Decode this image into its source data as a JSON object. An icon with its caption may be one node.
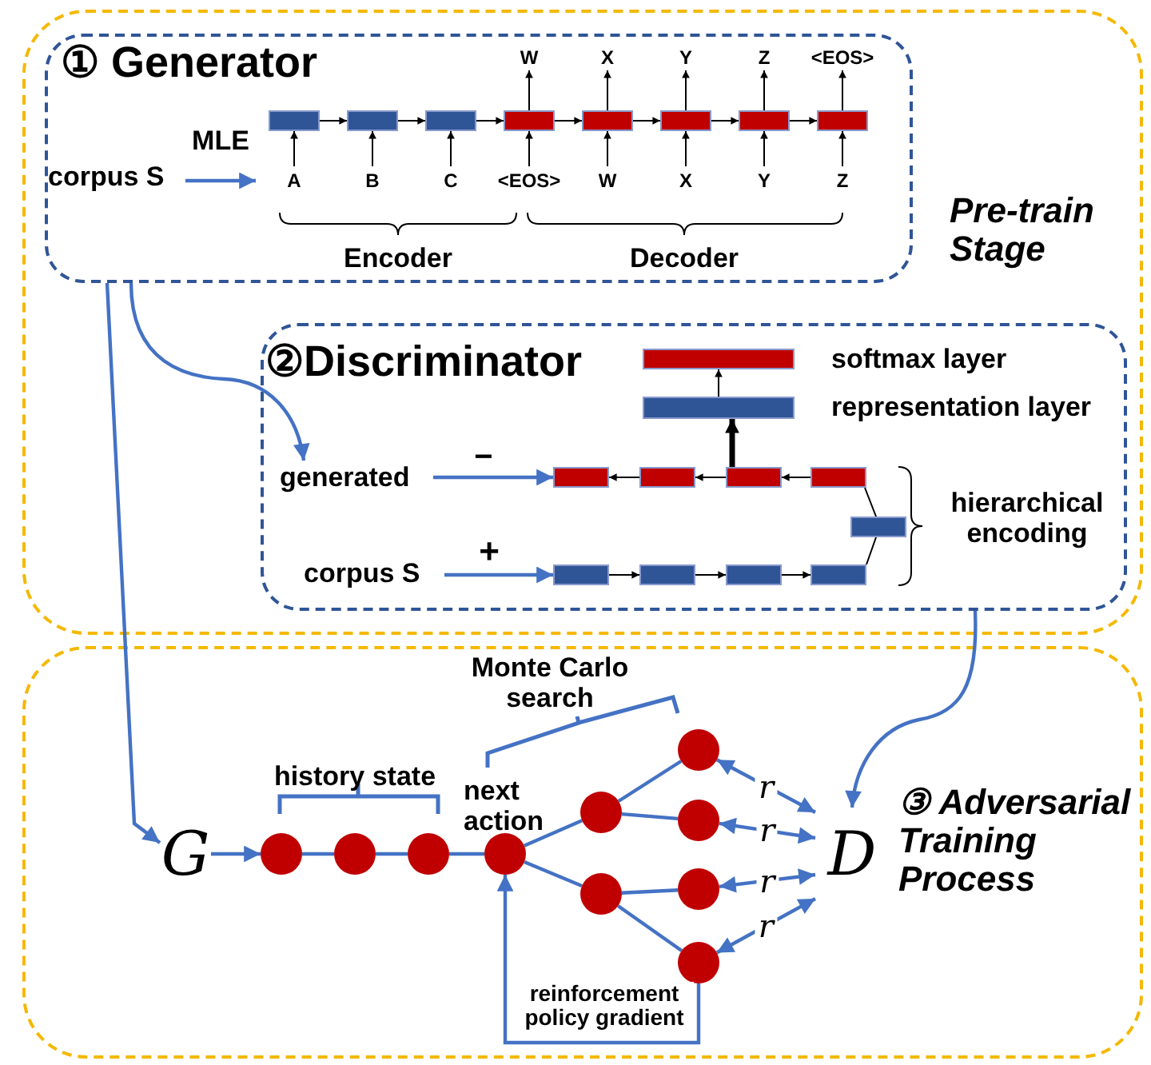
{
  "diagram": {
    "nodes": [
      {
        "text": [
          "Pre-train Stage"
        ]
      },
      {
        "text": [
          "① Generator"
        ],
        "in": 0
      },
      {
        "text": [
          "corpus S"
        ],
        "in": 1
      },
      {
        "text": [],
        "shape": "bar",
        "in": 1
      },
      {
        "text": [],
        "shape": "bar",
        "in": 1
      },
      {
        "text": [],
        "shape": "bar",
        "in": 1
      },
      {
        "text": [],
        "shape": "bar",
        "in": 1
      },
      {
        "text": [],
        "shape": "bar",
        "in": 1
      },
      {
        "text": [],
        "shape": "bar",
        "in": 1
      },
      {
        "text": [],
        "shape": "bar",
        "in": 1
      },
      {
        "text": [],
        "shape": "bar",
        "in": 1
      },
      {
        "text": [
          "A"
        ],
        "in": 1
      },
      {
        "text": [
          "B"
        ],
        "in": 1
      },
      {
        "text": [
          "C"
        ],
        "in": 1
      },
      {
        "text": [
          "<EOS>"
        ],
        "in": 1
      },
      {
        "text": [
          "W"
        ],
        "in": 1
      },
      {
        "text": [
          "X"
        ],
        "in": 1
      },
      {
        "text": [
          "Y"
        ],
        "in": 1
      },
      {
        "text": [
          "Z"
        ],
        "in": 1
      },
      {
        "text": [
          "W"
        ],
        "in": 1
      },
      {
        "text": [
          "X"
        ],
        "in": 1
      },
      {
        "text": [
          "Y"
        ],
        "in": 1
      },
      {
        "text": [
          "Z"
        ],
        "in": 1
      },
      {
        "text": [
          "<EOS>"
        ],
        "in": 1
      },
      {
        "text": [
          "②Discriminator"
        ],
        "in": 0
      },
      {
        "text": [],
        "shape": "bar",
        "in": 24,
        "beside": [
          "softmax layer"
        ]
      },
      {
        "text": [],
        "shape": "bar",
        "in": 24,
        "beside": [
          "representation layer"
        ]
      },
      {
        "text": [
          "generated"
        ],
        "in": 24
      },
      {
        "text": [],
        "shape": "bar",
        "in": 24
      },
      {
        "text": [],
        "shape": "bar",
        "in": 24
      },
      {
        "text": [],
        "shape": "bar",
        "in": 24
      },
      {
        "text": [],
        "shape": "bar",
        "in": 24
      },
      {
        "text": [],
        "shape": "bar",
        "in": 24
      },
      {
        "text": [
          "corpus S"
        ],
        "in": 24
      },
      {
        "text": [],
        "shape": "bar",
        "in": 24
      },
      {
        "text": [],
        "shape": "bar",
        "in": 24
      },
      {
        "text": [],
        "shape": "bar",
        "in": 24
      },
      {
        "text": [],
        "shape": "bar",
        "in": 24
      },
      {
        "text": [
          "③ Adversarial Training Process"
        ]
      },
      {
        "text": [
          "G"
        ],
        "in": 38
      },
      {
        "text": [],
        "shape": "circle",
        "in": 38
      },
      {
        "text": [],
        "shape": "circle",
        "in": 38
      },
      {
        "text": [],
        "shape": "circle",
        "in": 38
      },
      {
        "text": [],
        "shape": "circle",
        "in": 38,
        "beside": [
          "next action"
        ]
      },
      {
        "text": [],
        "shape": "circle",
        "in": 38
      },
      {
        "text": [],
        "shape": "circle",
        "in": 38
      },
      {
        "text": [],
        "shape": "circle",
        "in": 38
      },
      {
        "text": [],
        "shape": "circle",
        "in": 38
      },
      {
        "text": [],
        "shape": "circle",
        "in": 38
      },
      {
        "text": [],
        "shape": "circle",
        "in": 38
      },
      {
        "text": [
          "D"
        ],
        "in": 38
      }
    ],
    "edges": [
      {
        "from": 2,
        "to": 11,
        "arrow": "to",
        "label": "MLE",
        "color": "#4472c4"
      },
      {
        "from": 3,
        "to": 4,
        "arrow": "to"
      },
      {
        "from": 4,
        "to": 5,
        "arrow": "to"
      },
      {
        "from": 5,
        "to": 6,
        "arrow": "to"
      },
      {
        "from": 6,
        "to": 7,
        "arrow": "to"
      },
      {
        "from": 7,
        "to": 8,
        "arrow": "to"
      },
      {
        "from": 8,
        "to": 9,
        "arrow": "to"
      },
      {
        "from": 9,
        "to": 10,
        "arrow": "to"
      },
      {
        "from": 11,
        "to": 3,
        "arrow": "to"
      },
      {
        "from": 12,
        "to": 4,
        "arrow": "to"
      },
      {
        "from": 13,
        "to": 5,
        "arrow": "to"
      },
      {
        "from": 14,
        "to": 6,
        "arrow": "to"
      },
      {
        "from": 15,
        "to": 7,
        "arrow": "to"
      },
      {
        "from": 16,
        "to": 8,
        "arrow": "to"
      },
      {
        "from": 17,
        "to": 9,
        "arrow": "to"
      },
      {
        "from": 18,
        "to": 10,
        "arrow": "to"
      },
      {
        "from": 6,
        "to": 19,
        "arrow": "to"
      },
      {
        "from": 7,
        "to": 20,
        "arrow": "to"
      },
      {
        "from": 8,
        "to": 21,
        "arrow": "to"
      },
      {
        "from": 9,
        "to": 22,
        "arrow": "to"
      },
      {
        "from": 10,
        "to": 23,
        "arrow": "to"
      },
      {
        "from": 1,
        "to": 39,
        "arrow": "to",
        "color": "#4472c4"
      },
      {
        "from": 1,
        "to": 27,
        "arrow": "to",
        "color": "#4472c4"
      },
      {
        "from": 27,
        "to": 28,
        "arrow": "to",
        "label": "−",
        "color": "#4472c4"
      },
      {
        "from": 31,
        "to": 30,
        "arrow": "to"
      },
      {
        "from": 30,
        "to": 29,
        "arrow": "to"
      },
      {
        "from": 29,
        "to": 28,
        "arrow": "to"
      },
      {
        "from": 33,
        "to": 34,
        "arrow": "to",
        "label": "+",
        "color": "#4472c4"
      },
      {
        "from": 34,
        "to": 35,
        "arrow": "to"
      },
      {
        "from": 35,
        "to": 36,
        "arrow": "to"
      },
      {
        "from": 36,
        "to": 37,
        "arrow": "to"
      },
      {
        "from": 31,
        "to": 32,
        "arrow": "none"
      },
      {
        "from": 37,
        "to": 32,
        "arrow": "none"
      },
      {
        "from": 30,
        "to": 26,
        "arrow": "to",
        "style": "thick"
      },
      {
        "from": 26,
        "to": 25,
        "arrow": "to"
      },
      {
        "from": 24,
        "to": 50,
        "arrow": "to",
        "color": "#4472c4"
      },
      {
        "from": 39,
        "to": 40,
        "arrow": "to",
        "color": "#4472c4"
      },
      {
        "from": 40,
        "to": 41,
        "arrow": "none",
        "color": "#4472c4"
      },
      {
        "from": 41,
        "to": 42,
        "arrow": "none",
        "color": "#4472c4"
      },
      {
        "from": 42,
        "to": 43,
        "arrow": "none",
        "color": "#4472c4"
      },
      {
        "from": 43,
        "to": 44,
        "arrow": "none",
        "color": "#4472c4"
      },
      {
        "from": 43,
        "to": 45,
        "arrow": "none",
        "color": "#4472c4"
      },
      {
        "from": 44,
        "to": 46,
        "arrow": "none",
        "color": "#4472c4"
      },
      {
        "from": 44,
        "to": 47,
        "arrow": "none",
        "color": "#4472c4"
      },
      {
        "from": 45,
        "to": 48,
        "arrow": "none",
        "color": "#4472c4"
      },
      {
        "from": 45,
        "to": 49,
        "arrow": "none",
        "color": "#4472c4"
      },
      {
        "from": 46,
        "to": 50,
        "arrow": "both",
        "label": "r",
        "color": "#4472c4"
      },
      {
        "from": 47,
        "to": 50,
        "arrow": "both",
        "label": "r",
        "color": "#4472c4"
      },
      {
        "from": 48,
        "to": 50,
        "arrow": "both",
        "label": "r",
        "color": "#4472c4"
      },
      {
        "from": 49,
        "to": 50,
        "arrow": "both",
        "label": "r",
        "color": "#4472c4"
      },
      {
        "from": 49,
        "to": 43,
        "arrow": "to",
        "label": "reinforcement policy gradient",
        "color": "#4472c4"
      }
    ],
    "labels": [
      "Encoder",
      "Decoder",
      "hierarchical encoding",
      "Monte Carlo search",
      "history state"
    ]
  }
}
